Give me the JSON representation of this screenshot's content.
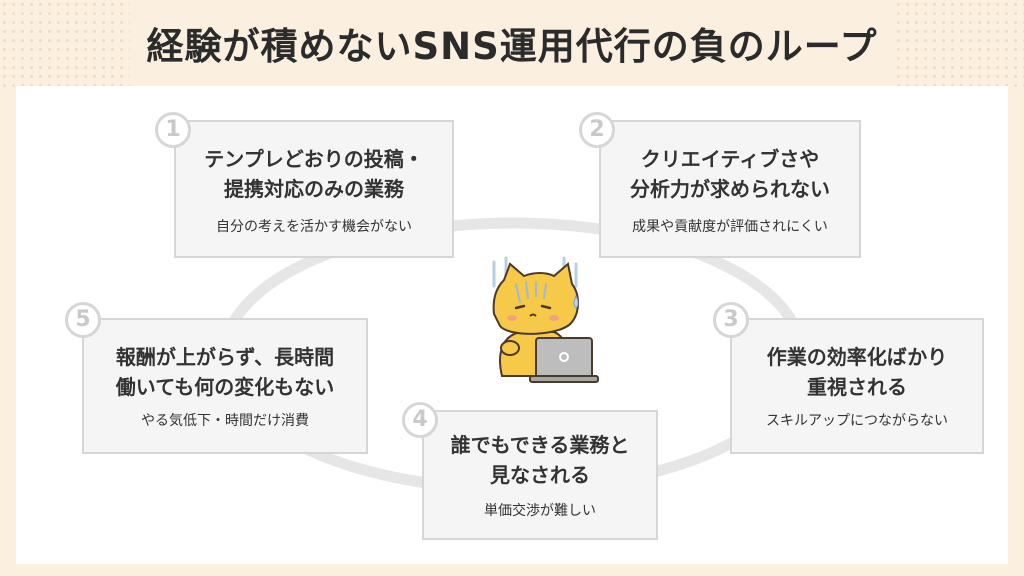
{
  "title": "経験が積めないSNS運用代行の負のループ",
  "colors": {
    "background": "#fbefe0",
    "panel": "#ffffff",
    "card": "#f5f5f5",
    "card_border": "#d6d6d6",
    "loop": "#e6e6e6",
    "cat": "#f7c948",
    "gloom_blue": "#b9cde4"
  },
  "steps": [
    {
      "number": "1",
      "title": "テンプレどおりの投稿・\n提携対応のみの業務",
      "sub": "自分の考えを活かす機会がない"
    },
    {
      "number": "2",
      "title": "クリエイティブさや\n分析力が求められない",
      "sub": "成果や貢献度が評価されにくい"
    },
    {
      "number": "3",
      "title": "作業の効率化ばかり\n重視される",
      "sub": "スキルアップにつながらない"
    },
    {
      "number": "4",
      "title": "誰でもできる業務と\n見なされる",
      "sub": "単価交渉が難しい"
    },
    {
      "number": "5",
      "title": "報酬が上がらず、長時間\n働いても何の変化もない",
      "sub": "やる気低下・時間だけ消費"
    }
  ],
  "illustration": {
    "icon": "worried-cat-with-laptop-icon"
  }
}
